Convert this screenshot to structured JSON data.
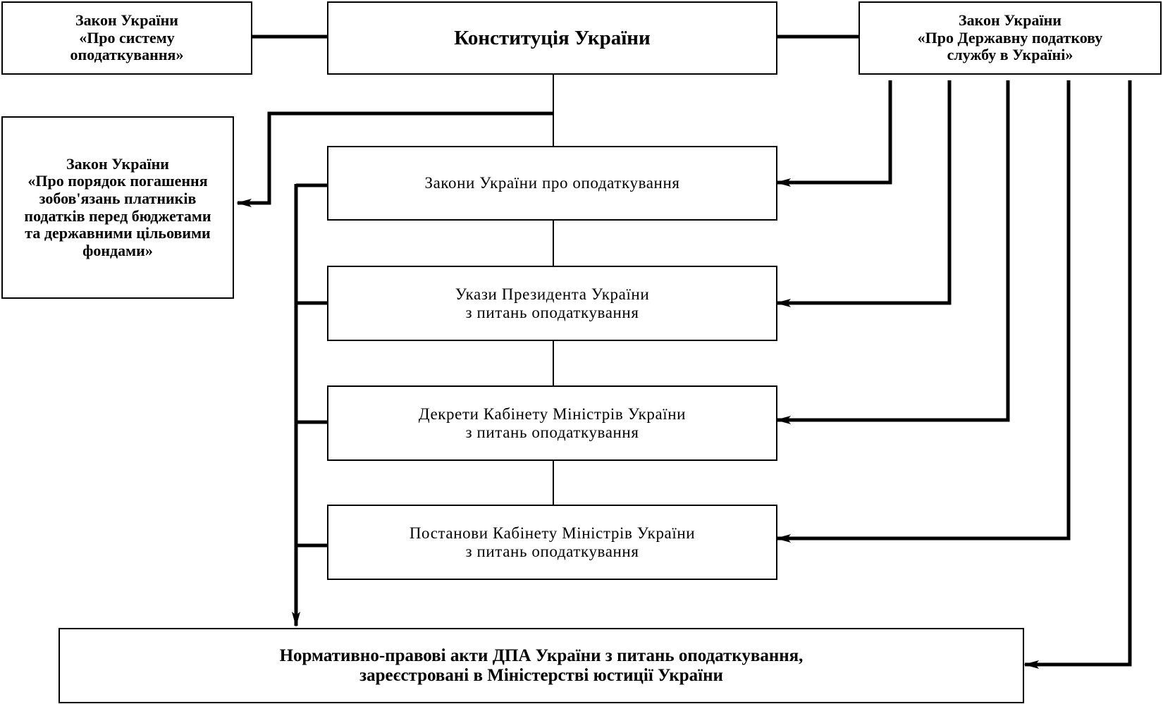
{
  "diagram": {
    "top_left": {
      "lines": [
        "Закон України",
        "«Про систему",
        "оподаткування»"
      ]
    },
    "constitution": {
      "text": "Конституція України"
    },
    "top_right": {
      "lines": [
        "Закон України",
        "«Про Державну податкову",
        "службу в Україні»"
      ]
    },
    "left_law": {
      "lines": [
        "Закон України",
        "«Про порядок погашення",
        "зобов'язань платників",
        "податків перед бюджетами",
        "та державними цільовими",
        "фондами»"
      ]
    },
    "laws": {
      "lines": [
        "Закони України про оподаткування"
      ]
    },
    "decrees_president": {
      "lines": [
        "Укази Президента України",
        "з питань оподаткування"
      ]
    },
    "decrees_cabinet": {
      "lines": [
        "Декрети Кабінету Міністрів України",
        "з питань оподаткування"
      ]
    },
    "resolutions_cabinet": {
      "lines": [
        "Постанови Кабінету Міністрів України",
        "з питань оподаткування"
      ]
    },
    "dpa_acts": {
      "lines": [
        "Нормативно-правові акти ДПА України з питань оподаткування,",
        "зареєстровані в Міністерстві юстиції України"
      ]
    }
  }
}
